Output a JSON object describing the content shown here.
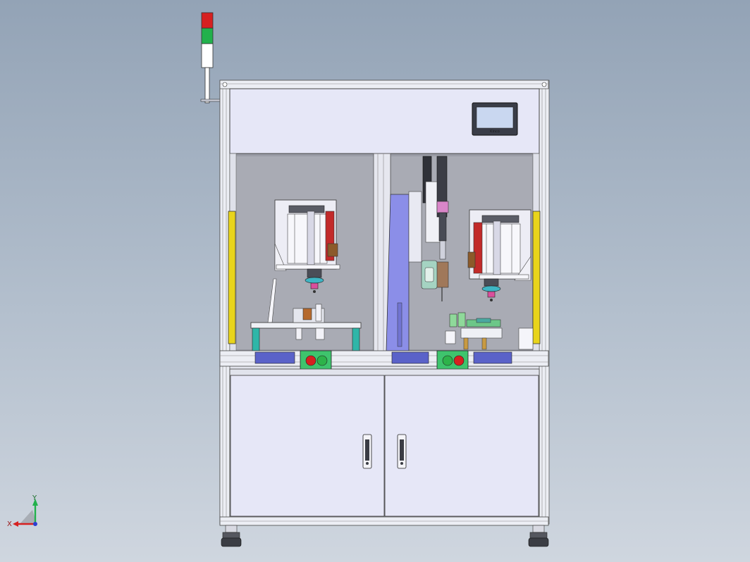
{
  "hmi": {
    "brand_text": "Kinco"
  },
  "axis_triad": {
    "x_label": "X",
    "y_label": "Y"
  },
  "colors": {
    "background_top": "#93a3b6",
    "background_bottom": "#cfd6df",
    "panel_fill": "#e6e7f7",
    "frame": "#dfe1ea",
    "signal_red": "#d62020",
    "signal_green": "#22b14c",
    "button_box": "#3ec46d",
    "bumper_yellow": "#e8d41b",
    "slide_blue": "#8b8ee8",
    "teal_leg": "#2fb6a8",
    "foot_blue": "#5a62c9"
  },
  "icons": [
    "signal-tower-icon",
    "hmi-screen-icon",
    "door-handle-icon",
    "axis-triad-icon"
  ]
}
